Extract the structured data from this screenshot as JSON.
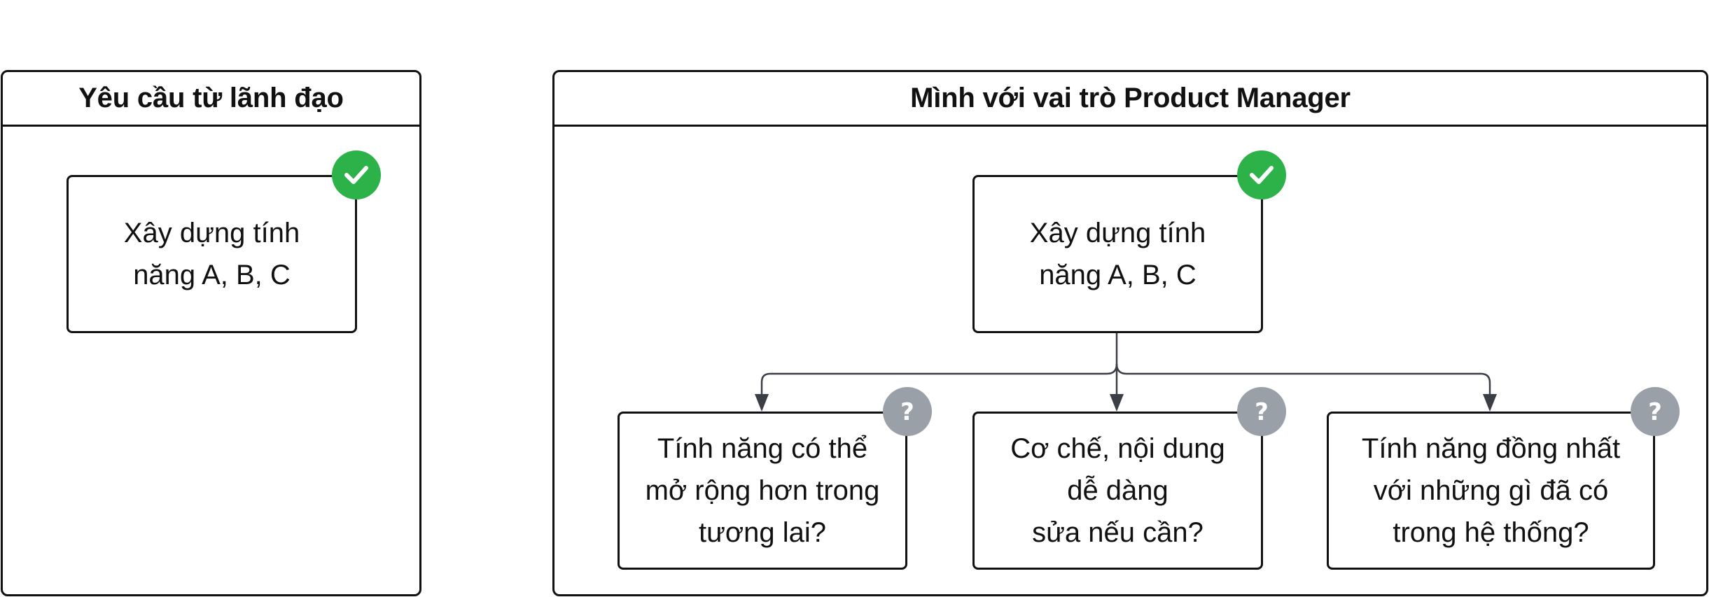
{
  "colors": {
    "check_badge": "#2DB24A",
    "question_badge": "#9AA0A8",
    "connector": "#3A3F47"
  },
  "panels": {
    "left": {
      "title": "Yêu cầu từ lãnh đạo",
      "node": {
        "text": "Xây dựng tính\nnăng A, B, C",
        "badge": "check-icon"
      }
    },
    "right": {
      "title": "Mình với vai trò Product Manager",
      "root": {
        "text": "Xây dựng tính\nnăng A, B, C",
        "badge": "check-icon"
      },
      "children": [
        {
          "text": "Tính năng có thể\nmở rộng hơn trong\ntương lai?",
          "badge": "question-icon"
        },
        {
          "text": "Cơ chế, nội dung\ndễ dàng\nsửa nếu cần?",
          "badge": "question-icon"
        },
        {
          "text": "Tính năng đồng nhất\nvới những gì đã có\ntrong hệ thống?",
          "badge": "question-icon"
        }
      ]
    }
  }
}
